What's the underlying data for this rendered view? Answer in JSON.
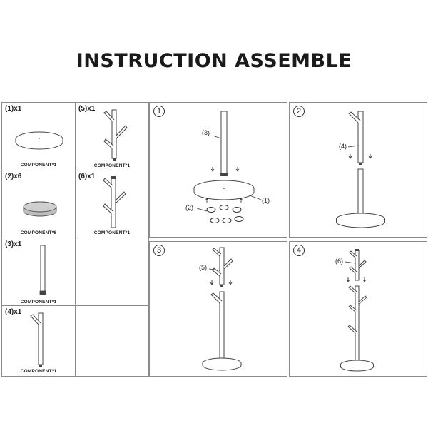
{
  "title": "INSTRUCTION ASSEMBLE",
  "components": [
    {
      "label": "(1)x1",
      "caption": "COMPONENT*1"
    },
    {
      "label": "(2)x6",
      "caption": "COMPONENT*6"
    },
    {
      "label": "(3)x1",
      "caption": "COMPONENT*1"
    },
    {
      "label": "(4)x1",
      "caption": "COMPONENT*1"
    },
    {
      "label": "(5)x1",
      "caption": "COMPONENT*1"
    },
    {
      "label": "(6)x1",
      "caption": "COMPONENT*1"
    }
  ],
  "steps": [
    {
      "number": "1",
      "callouts": [
        "(3)",
        "(1)",
        "(2)"
      ]
    },
    {
      "number": "2",
      "callouts": [
        "(4)"
      ]
    },
    {
      "number": "3",
      "callouts": [
        "(5)"
      ]
    },
    {
      "number": "4",
      "callouts": [
        "(6)"
      ]
    }
  ]
}
